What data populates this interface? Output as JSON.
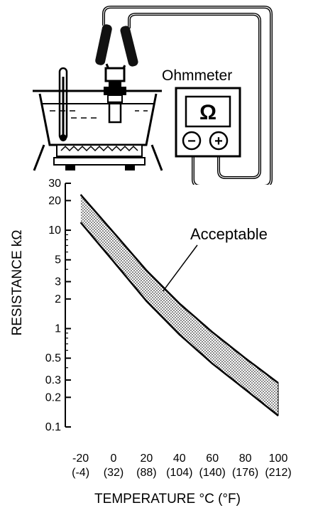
{
  "illustration": {
    "meter_label": "Ohmmeter",
    "meter_symbol": "Ω",
    "minus_symbol": "−",
    "plus_symbol": "+"
  },
  "chart_data": {
    "type": "area",
    "xlabel": "TEMPERATURE °C (°F)",
    "ylabel": "RESISTANCE kΩ",
    "y_scale": "log",
    "xlim": [
      -25,
      100
    ],
    "ylim": [
      0.1,
      30
    ],
    "grid": false,
    "x_ticks": [
      {
        "value": -20,
        "label": "-20",
        "sublabel": "(-4)"
      },
      {
        "value": 0,
        "label": "0",
        "sublabel": "(32)"
      },
      {
        "value": 20,
        "label": "20",
        "sublabel": "(88)"
      },
      {
        "value": 40,
        "label": "40",
        "sublabel": "(104)"
      },
      {
        "value": 60,
        "label": "60",
        "sublabel": "(140)"
      },
      {
        "value": 80,
        "label": "80",
        "sublabel": "(176)"
      },
      {
        "value": 100,
        "label": "100",
        "sublabel": "(212)"
      }
    ],
    "y_ticks": [
      {
        "value": 30,
        "label": "30"
      },
      {
        "value": 20,
        "label": "20"
      },
      {
        "value": 10,
        "label": "10"
      },
      {
        "value": 5,
        "label": "5"
      },
      {
        "value": 3,
        "label": "3"
      },
      {
        "value": 2,
        "label": "2"
      },
      {
        "value": 1,
        "label": "1"
      },
      {
        "value": 0.5,
        "label": "0.5"
      },
      {
        "value": 0.3,
        "label": "0.3"
      },
      {
        "value": 0.2,
        "label": "0.2"
      },
      {
        "value": 0.1,
        "label": "0.1"
      }
    ],
    "series": [
      {
        "role": "upper_bound",
        "x": [
          -20,
          0,
          20,
          40,
          60,
          80,
          100
        ],
        "y": [
          23,
          9.5,
          3.9,
          1.8,
          0.92,
          0.5,
          0.28
        ]
      },
      {
        "role": "lower_bound",
        "x": [
          -20,
          0,
          20,
          40,
          60,
          80,
          100
        ],
        "y": [
          12,
          4.8,
          1.9,
          0.87,
          0.44,
          0.24,
          0.13
        ]
      }
    ],
    "annotations": [
      {
        "text": "Acceptable",
        "x": 30,
        "y": 2.4
      }
    ]
  }
}
